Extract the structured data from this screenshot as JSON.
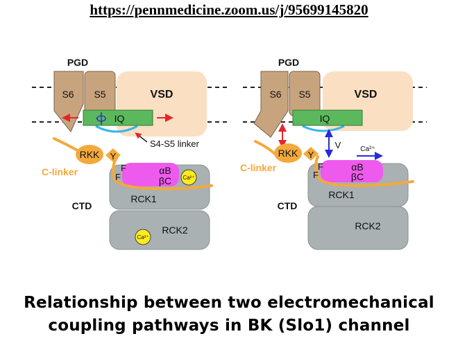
{
  "url": "https://pennmedicine.zoom.us/j/95699145820",
  "colors": {
    "s_segment": "#c8a47e",
    "vsd": "#fbdfc2",
    "iq_box": "#5cb85c",
    "rkk": "#f3a93c",
    "c_linker": "#f3a93c",
    "alpha_beta": "#ee5aee",
    "rck": "#a9b1b3",
    "calcium": "#ffeb1f",
    "arrow_red": "#e3262b",
    "arrow_blue": "#2a2ad8",
    "s4s5_loop": "#37b4ea"
  },
  "left_panel": {
    "pgd": "PGD",
    "s6": "S6",
    "s5": "S5",
    "vsd": "VSD",
    "iq": "IQ",
    "s4s5_linker": "S4-S5 linker",
    "rkk": "RKK",
    "y": "Y",
    "f1": "F",
    "f2": "F",
    "c_linker": "C-linker",
    "alpha_b": "αB",
    "beta_c": "βC",
    "ca1": "Ca²⁺",
    "ctd": "CTD",
    "rck1": "RCK1",
    "rck2": "RCK2",
    "ca2": "Ca²⁺"
  },
  "right_panel": {
    "pgd": "PGD",
    "s6": "S6",
    "s5": "S5",
    "vsd": "VSD",
    "iq": "IQ",
    "rkk": "RKK",
    "y": "Y",
    "v": "V",
    "ca": "Ca²⁺",
    "f1": "F",
    "f2": "F",
    "c_linker": "C-linker",
    "alpha_b": "αB",
    "beta_c": "βC",
    "ctd": "CTD",
    "rck1": "RCK1",
    "rck2": "RCK2"
  },
  "caption_line1": "Relationship between two electromechanical",
  "caption_line2": "coupling pathways in BK (Slo1) channel"
}
